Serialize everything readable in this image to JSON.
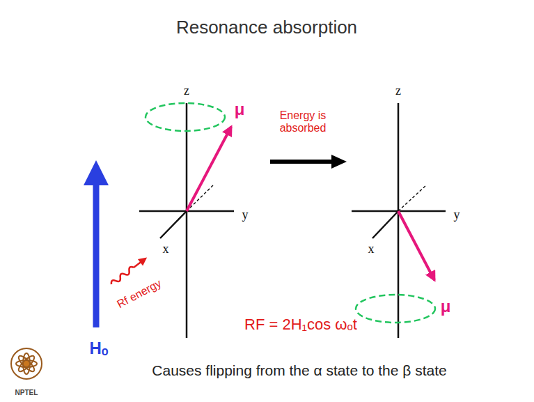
{
  "diagram": {
    "title": "Resonance absorption",
    "caption": "Causes flipping from the α state to the β state",
    "labels": [
      "z",
      "y",
      "x",
      "μ",
      "Hₒ",
      "Rf energy",
      "Energy is absorbed",
      "z",
      "y",
      "x",
      "μ",
      "RF = 2H₁cos ωₒt",
      "NPTEL"
    ]
  }
}
